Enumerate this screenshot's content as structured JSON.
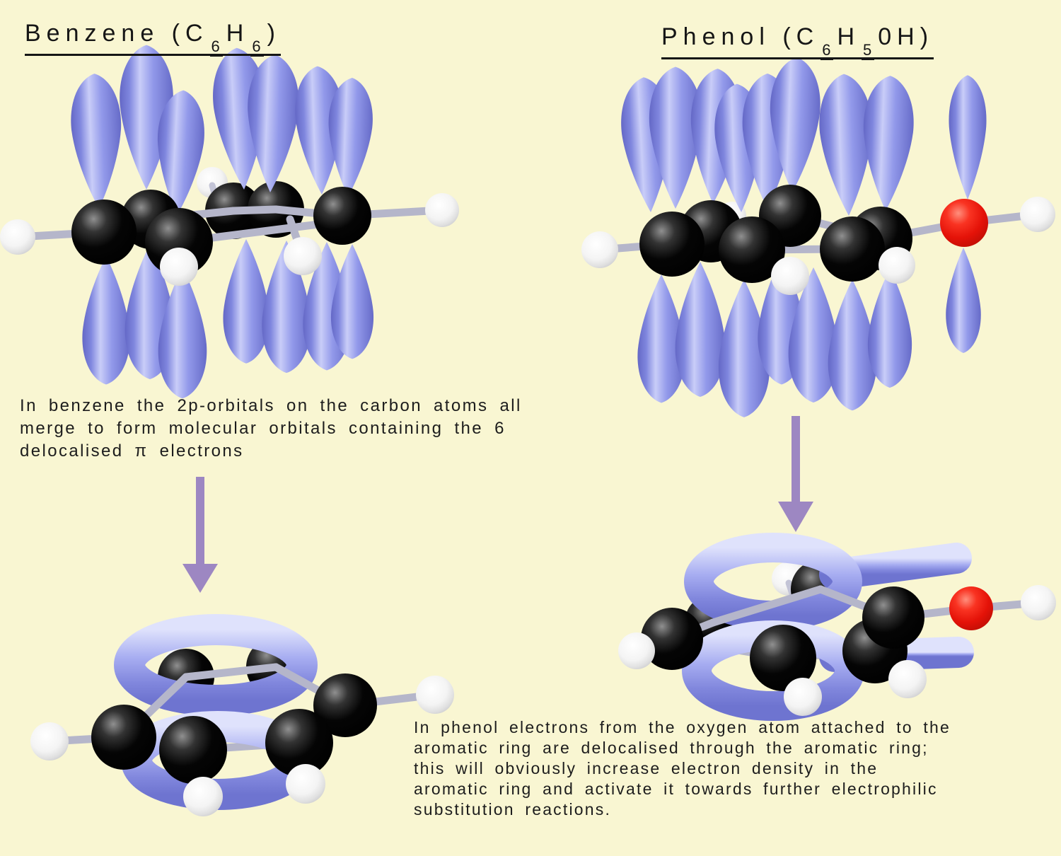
{
  "background": "#f9f6d2",
  "colors": {
    "orbital_blue": "#8f96e8",
    "orbital_highlight": "#c9cdf8",
    "torus_blue": "#a7adf1",
    "carbon_black": "#000000",
    "hydrogen_white": "#ffffff",
    "oxygen_red": "#e41208",
    "bond_grey": "#b5b6ca",
    "arrow_purple": "#9d87c2",
    "text_black": "#1d1d1d"
  },
  "benzene": {
    "title": {
      "main": "Benzene (C",
      "sub1": "6",
      "mid": "H",
      "sub2": "6",
      "end": ")"
    },
    "caption": "In benzene the 2p-orbitals on the carbon atoms all\nmerge to form molecular orbitals containing the 6\ndelocalised π electrons",
    "top_model": "benzene-2p-orbitals-model",
    "bottom_model": "benzene-delocalised-pi-ring-model",
    "arrow_icon": "down-arrow"
  },
  "phenol": {
    "title": {
      "main": "Phenol (C",
      "sub1": "6",
      "mid": "H",
      "sub2": "5",
      "end": "0H)"
    },
    "caption": "In phenol electrons from the oxygen atom attached to the\naromatic ring are delocalised through the aromatic ring;\nthis will obviously increase electron density in the\naromatic ring and activate it towards further electrophilic\nsubstitution reactions.",
    "top_model": "phenol-2p-orbitals-model",
    "bottom_model": "phenol-delocalised-pi-ring-model",
    "arrow_icon": "down-arrow"
  }
}
